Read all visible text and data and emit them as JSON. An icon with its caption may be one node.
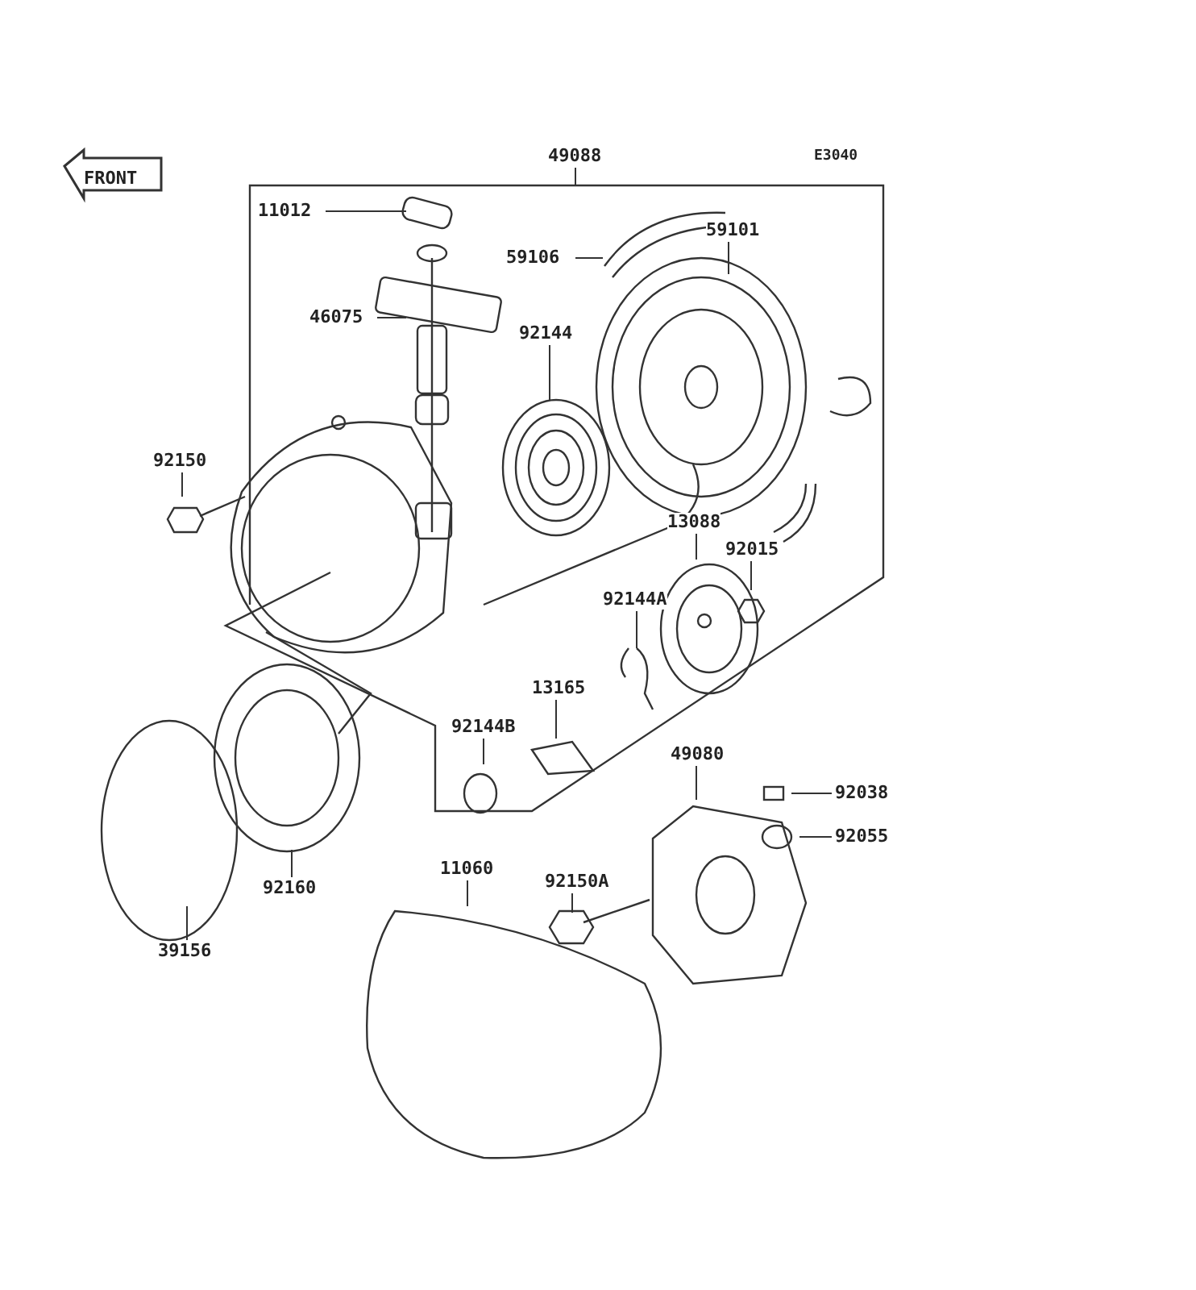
{
  "diagram": {
    "nodes": [
      {
        "text": [
          "49088"
        ]
      },
      {
        "text": [
          "11012"
        ]
      },
      {
        "text": [
          "59106"
        ]
      },
      {
        "text": [
          "59101"
        ]
      },
      {
        "text": [
          "46075"
        ]
      },
      {
        "text": [
          "92144"
        ]
      },
      {
        "text": [
          "92150"
        ]
      },
      {
        "text": [
          "13088"
        ]
      },
      {
        "text": [
          "92015"
        ]
      },
      {
        "text": [
          "92144A"
        ]
      },
      {
        "text": [
          "13165"
        ]
      },
      {
        "text": [
          "92144B"
        ]
      },
      {
        "text": [
          "49080"
        ]
      },
      {
        "text": [
          "92038"
        ]
      },
      {
        "text": [
          "92055"
        ]
      },
      {
        "text": [
          "92160"
        ]
      },
      {
        "text": [
          "11060"
        ]
      },
      {
        "text": [
          "92150A"
        ]
      },
      {
        "text": [
          "39156"
        ]
      }
    ],
    "edges": [
      {
        "from": 0,
        "to": null,
        "arrow": "none"
      },
      {
        "from": 1,
        "to": null,
        "arrow": "none"
      },
      {
        "from": 2,
        "to": null,
        "arrow": "none"
      },
      {
        "from": 3,
        "to": null,
        "arrow": "none"
      },
      {
        "from": 4,
        "to": null,
        "arrow": "none"
      },
      {
        "from": 5,
        "to": null,
        "arrow": "none"
      },
      {
        "from": 6,
        "to": null,
        "arrow": "none"
      },
      {
        "from": 7,
        "to": null,
        "arrow": "none"
      },
      {
        "from": 8,
        "to": null,
        "arrow": "none"
      },
      {
        "from": 9,
        "to": null,
        "arrow": "none"
      },
      {
        "from": 10,
        "to": null,
        "arrow": "none"
      },
      {
        "from": 11,
        "to": null,
        "arrow": "none"
      },
      {
        "from": 12,
        "to": null,
        "arrow": "none"
      },
      {
        "from": 13,
        "to": null,
        "arrow": "none"
      },
      {
        "from": 14,
        "to": null,
        "arrow": "none"
      },
      {
        "from": 15,
        "to": null,
        "arrow": "none"
      },
      {
        "from": 16,
        "to": null,
        "arrow": "none"
      },
      {
        "from": 17,
        "to": null,
        "arrow": "none"
      },
      {
        "from": 18,
        "to": null,
        "arrow": "none"
      }
    ],
    "labels": [
      "E3040",
      "FRONT"
    ]
  }
}
